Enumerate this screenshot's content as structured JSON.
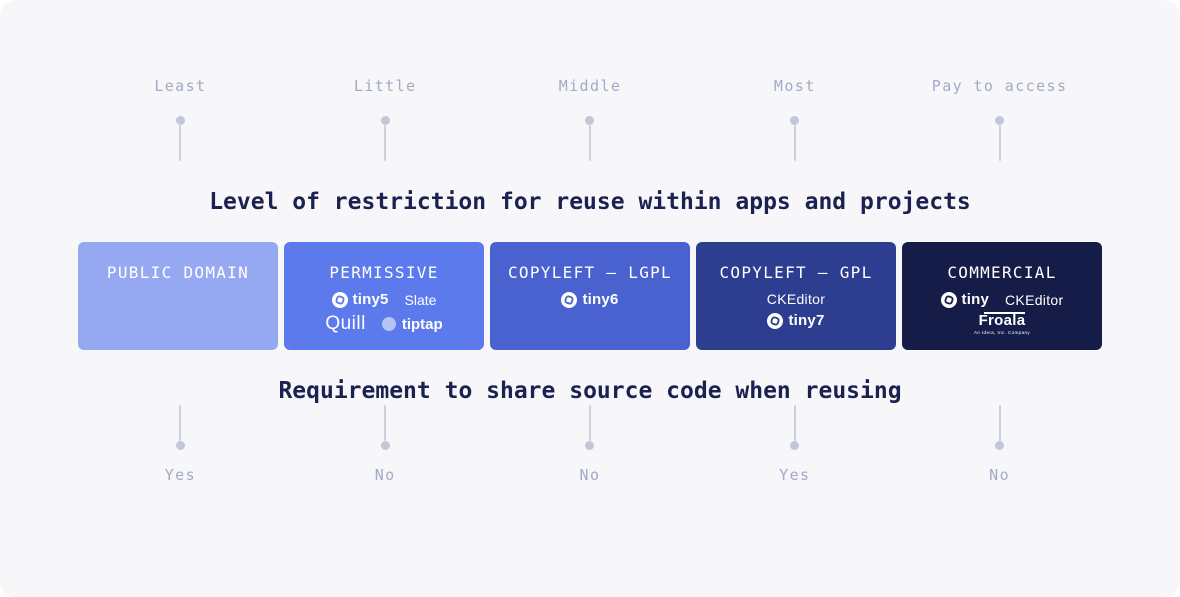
{
  "background": {
    "page": "#ffffff",
    "panel": "#f7f7f9"
  },
  "colors": {
    "pin_line": "#cdd1de",
    "pin_dot": "#c2c7d7",
    "tick_label": "#a2aac6",
    "heading": "#1b2150"
  },
  "top_scale": {
    "heading": "Level of restriction for reuse within apps and projects",
    "ticks": [
      "Least",
      "Little",
      "Middle",
      "Most",
      "Pay to access"
    ]
  },
  "bottom_scale": {
    "heading": "Requirement to share source code when reusing",
    "ticks": [
      "Yes",
      "No",
      "No",
      "Yes",
      "No"
    ]
  },
  "cards": [
    {
      "title": "PUBLIC DOMAIN",
      "color": "#97a8f3",
      "logo_rows": []
    },
    {
      "title": "PERMISSIVE",
      "color": "#5c7aeb",
      "logo_rows": [
        [
          {
            "kind": "tiny",
            "label": "tiny5"
          },
          {
            "kind": "slate",
            "label": "Slate"
          }
        ],
        [
          {
            "kind": "quill",
            "label": "Quill"
          },
          {
            "kind": "tiptap",
            "label": "tiptap"
          }
        ]
      ]
    },
    {
      "title": "COPYLEFT — LGPL",
      "color": "#4a62d0",
      "logo_rows": [
        [
          {
            "kind": "tiny",
            "label": "tiny6"
          }
        ]
      ]
    },
    {
      "title": "COPYLEFT — GPL",
      "color": "#2d3e90",
      "logo_rows": [
        [
          {
            "kind": "ckeditor",
            "label": "CKEditor"
          }
        ],
        [
          {
            "kind": "tiny",
            "label": "tiny7"
          }
        ]
      ]
    },
    {
      "title": "COMMERCIAL",
      "color": "#161c48",
      "logo_rows": [
        [
          {
            "kind": "tiny",
            "label": "tiny"
          },
          {
            "kind": "ckeditor",
            "label": "CKEditor"
          }
        ],
        [
          {
            "kind": "froala",
            "label": "Froala",
            "sublabel": "An Idera, Inc. Company"
          }
        ]
      ]
    }
  ]
}
